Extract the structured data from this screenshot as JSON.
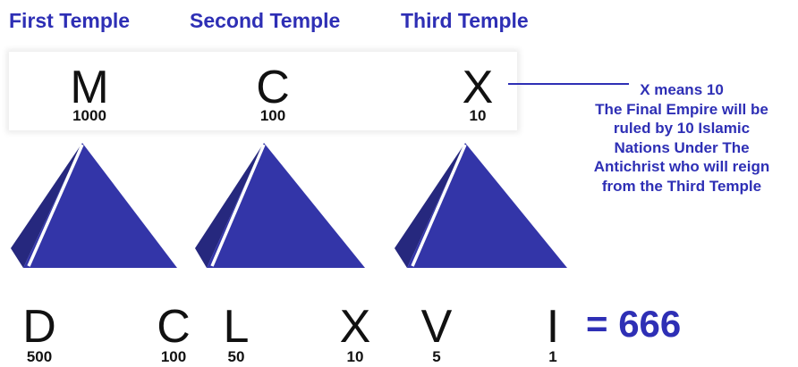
{
  "titles": {
    "first": "First Temple",
    "second": "Second Temple",
    "third": "Third Temple"
  },
  "top_numerals": [
    {
      "letter": "M",
      "value": "1000"
    },
    {
      "letter": "C",
      "value": "100"
    },
    {
      "letter": "X",
      "value": "10"
    }
  ],
  "note_lines": [
    "X means 10",
    "The Final Empire will be",
    "ruled by 10 Islamic",
    "Nations Under The",
    "Antichrist who will reign",
    "from the Third Temple"
  ],
  "bottom_numerals": [
    {
      "letter": "D",
      "value": "500"
    },
    {
      "letter": "C",
      "value": "100"
    },
    {
      "letter": "L",
      "value": "50"
    },
    {
      "letter": "X",
      "value": "10"
    },
    {
      "letter": "V",
      "value": "5"
    },
    {
      "letter": "I",
      "value": "1"
    }
  ],
  "result": "= 666",
  "colors": {
    "accent_blue": "#2e2fb5",
    "pyramid_blue": "#3335a8",
    "pyramid_dark": "#26287e"
  }
}
